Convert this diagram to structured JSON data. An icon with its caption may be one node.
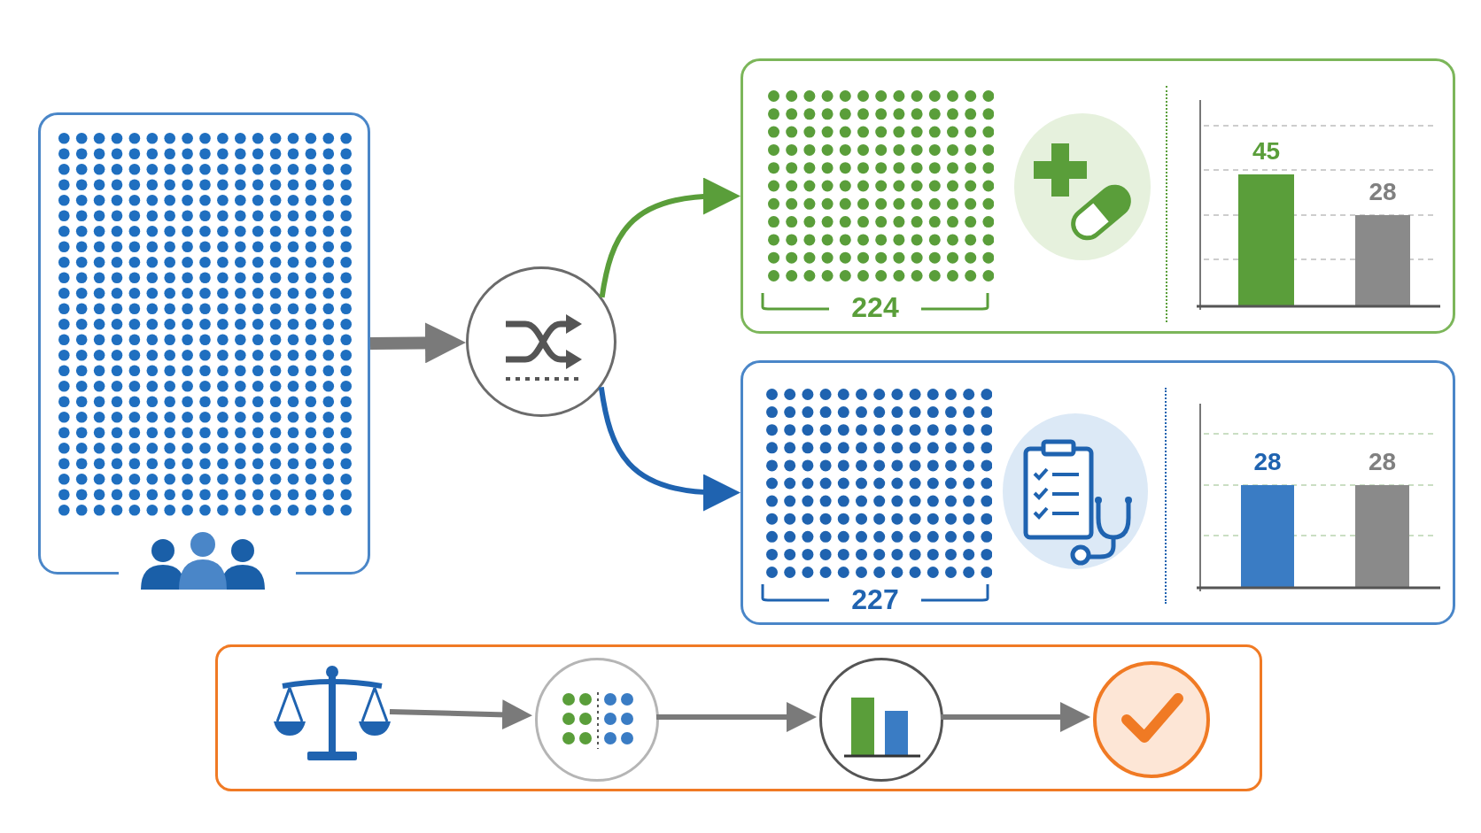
{
  "diagram": {
    "nodes": [
      {
        "text": [],
        "shape": "box"
      },
      {
        "text": [],
        "shape": "circle"
      },
      {
        "text": [
          "224",
          "45",
          "28"
        ]
      },
      {
        "text": [
          "227",
          "28",
          "28"
        ]
      },
      {
        "text": [],
        "shape": "box"
      },
      {
        "text": [],
        "shape": "picture",
        "in": 4
      },
      {
        "text": [],
        "shape": "circle",
        "in": 4
      },
      {
        "text": [],
        "shape": "circle",
        "in": 4
      },
      {
        "text": [],
        "shape": "circle",
        "in": 4
      }
    ],
    "edges": [
      {
        "from": 0,
        "to": 1,
        "arrow": "to",
        "style": "thick"
      },
      {
        "from": 1,
        "to": 2,
        "arrow": "to",
        "color": "#5a9e3a"
      },
      {
        "from": 1,
        "to": 3,
        "arrow": "to",
        "color": "#1f63b0"
      },
      {
        "from": 5,
        "to": 6,
        "arrow": "to"
      },
      {
        "from": 6,
        "to": 7,
        "arrow": "to"
      },
      {
        "from": 7,
        "to": 8,
        "arrow": "to"
      }
    ]
  }
}
